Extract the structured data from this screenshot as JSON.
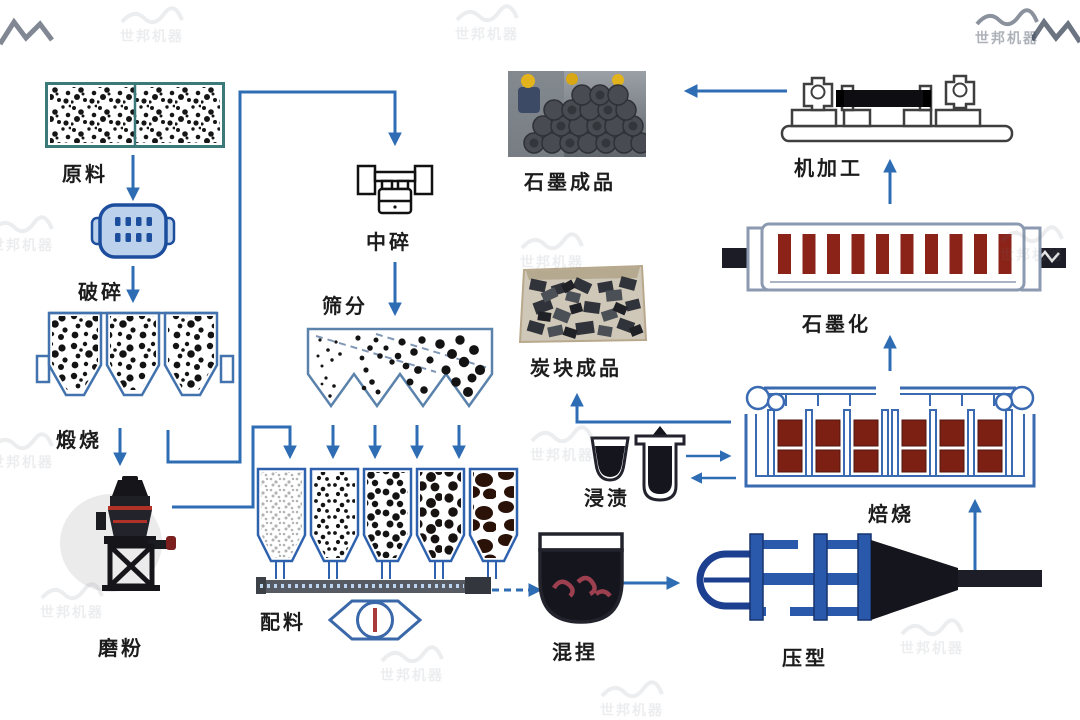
{
  "watermark": {
    "text": "世邦机器"
  },
  "process": {
    "nodes": [
      {
        "id": "raw",
        "label": "原料"
      },
      {
        "id": "crush",
        "label": "破碎"
      },
      {
        "id": "calcine",
        "label": "煅烧"
      },
      {
        "id": "grind",
        "label": "磨粉"
      },
      {
        "id": "mid-crush",
        "label": "中碎"
      },
      {
        "id": "screen",
        "label": "筛分"
      },
      {
        "id": "batch",
        "label": "配料"
      },
      {
        "id": "knead",
        "label": "混捏"
      },
      {
        "id": "press",
        "label": "压型"
      },
      {
        "id": "roast",
        "label": "焙烧"
      },
      {
        "id": "impregnate",
        "label": "浸渍"
      },
      {
        "id": "carbon-product",
        "label": "炭块成品"
      },
      {
        "id": "graphitize",
        "label": "石墨化"
      },
      {
        "id": "machining",
        "label": "机加工"
      },
      {
        "id": "graphite-product",
        "label": "石墨成品"
      }
    ],
    "colors": {
      "arrow": "#2e6db4",
      "raw_border": "#3c7a7a",
      "calcine_outline": "#4273ae",
      "batch_outline": "#2f62ae",
      "press_blue": "#2a58aa",
      "roast_block": "#7c2014",
      "graphitize_bar": "#8c2318"
    }
  }
}
